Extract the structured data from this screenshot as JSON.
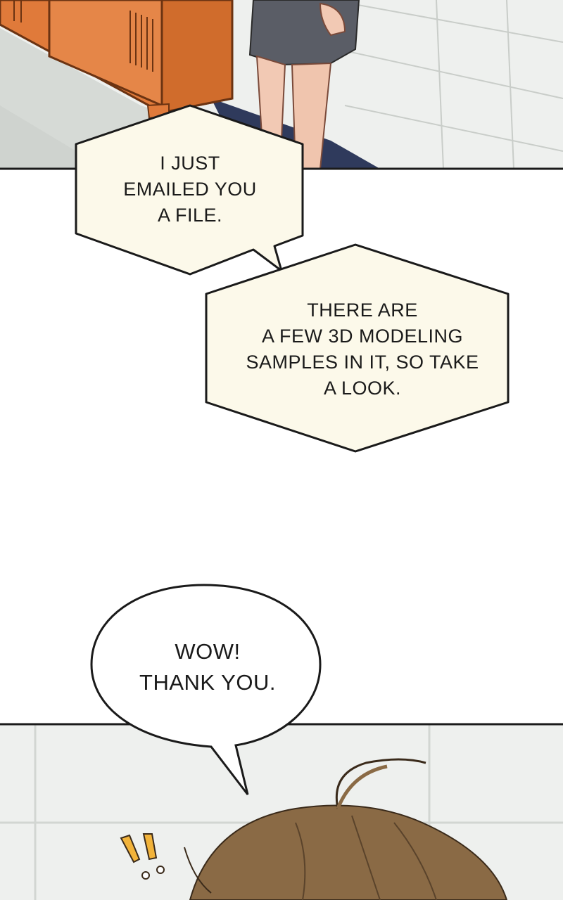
{
  "panels": {
    "top": {
      "description_icon": "locker-room-scene"
    },
    "bottom": {
      "description_icon": "character-hair-scene"
    }
  },
  "bubbles": [
    {
      "text": "I JUST\nEMAILED YOU\nA FILE."
    },
    {
      "text": "THERE ARE\nA FEW 3D MODELING\nSAMPLES IN IT, SO TAKE\nA LOOK."
    },
    {
      "text": "WOW!\nTHANK YOU."
    }
  ],
  "effect": {
    "text": "!!"
  },
  "colors": {
    "bubble_fill": "#fcf9ea",
    "locker": "#e07a3a",
    "floor": "#d8dcd8",
    "wall": "#eef0ee",
    "hair": "#8a6a45",
    "effect": "#f2b33a"
  }
}
